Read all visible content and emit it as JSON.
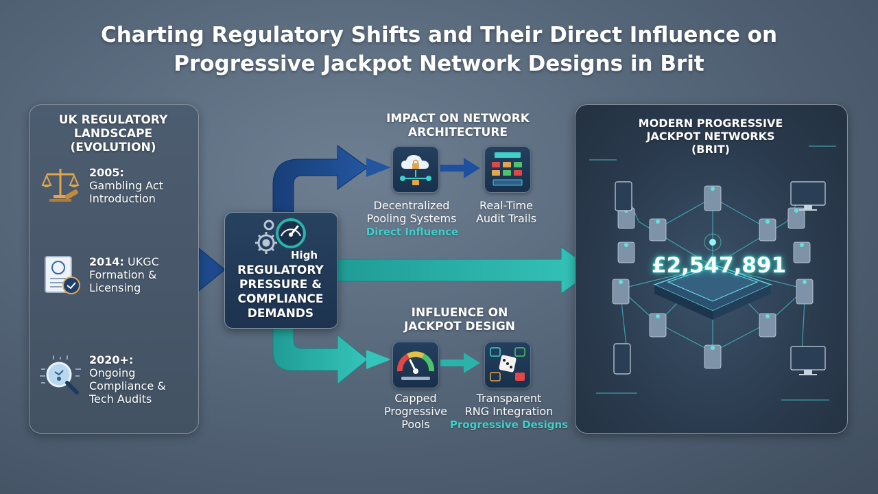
{
  "title": {
    "line1": "Charting Regulatory Shifts and Their Direct Influence on",
    "line2": "Progressive Jackpot Network Designs in Brit"
  },
  "left_panel": {
    "heading_lines": [
      "UK REGULATORY",
      "LANDSCAPE",
      "(EVOLUTION)"
    ],
    "milestones": [
      {
        "year": "2005:",
        "lines": [
          "Gambling Act",
          "Introduction"
        ],
        "icon": "scales-gavel-icon"
      },
      {
        "year": "2014:",
        "lines": [
          "UKGC",
          "Formation &",
          "Licensing"
        ],
        "icon": "license-certificate-icon"
      },
      {
        "year": "2020+:",
        "lines": [
          "Ongoing",
          "Compliance &",
          "Tech Audits"
        ],
        "icon": "magnifier-circuit-icon"
      }
    ]
  },
  "center": {
    "high_label": "High",
    "lines": [
      "REGULATORY",
      "PRESSURE &",
      "COMPLIANCE",
      "DEMANDS"
    ],
    "icon": "gears-gauge-icon"
  },
  "architecture": {
    "heading_lines": [
      "IMPACT ON NETWORK",
      "ARCHITECTURE"
    ],
    "items": [
      {
        "lines": [
          "Decentralized",
          "Pooling Systems"
        ],
        "icon": "cloud-lock-icon"
      },
      {
        "lines": [
          "Real-Time",
          "Audit Trails"
        ],
        "icon": "audit-dashboard-icon"
      }
    ],
    "tag": "Direct Influence"
  },
  "design": {
    "heading_lines": [
      "INFLUENCE ON",
      "JACKPOT DESIGN"
    ],
    "items": [
      {
        "lines": [
          "Capped",
          "Progressive",
          "Pools"
        ],
        "icon": "gauge-icon"
      },
      {
        "lines": [
          "Transparent",
          "RNG Integration"
        ],
        "icon": "dice-rng-icon"
      }
    ],
    "tag": "Progressive Designs"
  },
  "right_panel": {
    "heading_lines": [
      "MODERN PROGRESSIVE",
      "JACKPOT NETWORKS",
      "(BRIT)"
    ],
    "jackpot_amount": "£2,547,891",
    "icon": "server-network-icon"
  },
  "colors": {
    "navy_arrow": "#1c4a8c",
    "teal_arrow": "#2bb3a9",
    "accent_teal": "#3fd0c9"
  }
}
